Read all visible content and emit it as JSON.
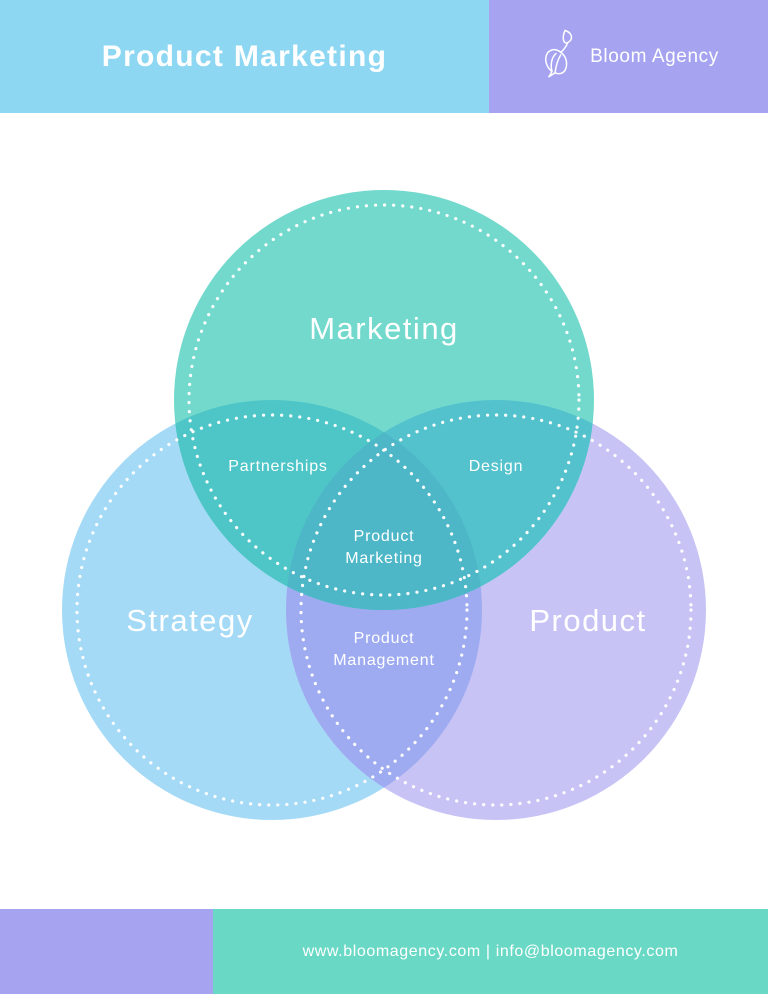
{
  "colors": {
    "header_blue": "#8ed7f2",
    "brand_purple": "#a6a4f0",
    "footer_teal": "#69d8c5",
    "marketing_fill": "#72d9cc",
    "strategy_fill": "#a5daf6",
    "product_fill": "#c7c4f5",
    "marketing_strategy_fill": "#4ec5c7",
    "marketing_product_fill": "#53c2cd",
    "strategy_product_fill": "#9fabf1",
    "center_fill": "#4db7c8",
    "label_white": "#ffffff"
  },
  "header": {
    "title": "Product Marketing",
    "brand": "Bloom Agency",
    "logo_icon": "bellflower-icon"
  },
  "venn": {
    "circles": [
      {
        "label": "Marketing"
      },
      {
        "label": "Strategy"
      },
      {
        "label": "Product"
      }
    ],
    "overlaps": {
      "marketing_strategy": "Partnerships",
      "marketing_product": "Design",
      "center_lines": [
        "Product",
        "Marketing"
      ],
      "strategy_product_lines": [
        "Product",
        "Management"
      ]
    }
  },
  "footer": {
    "contact": "www.bloomagency.com | info@bloomagency.com"
  }
}
